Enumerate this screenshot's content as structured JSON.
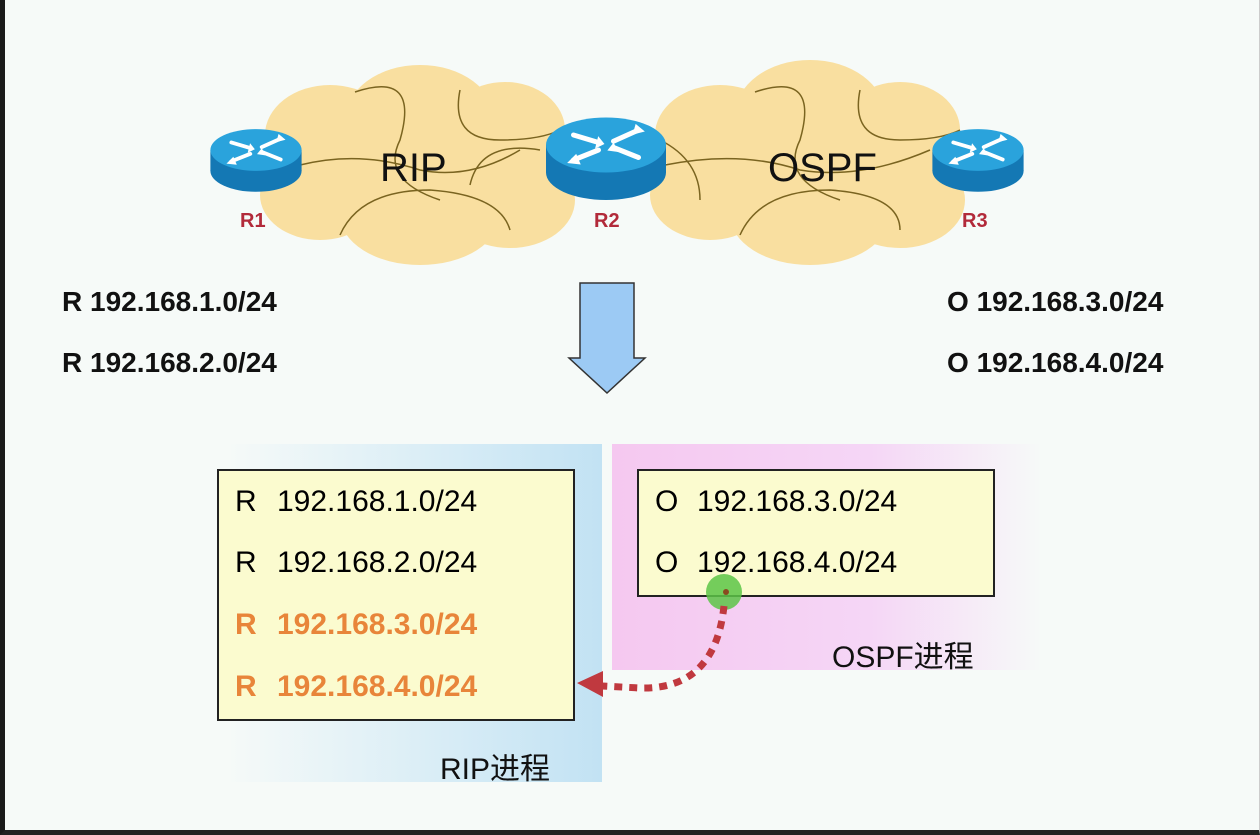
{
  "topology": {
    "routers": [
      {
        "id": "r1",
        "label": "R1"
      },
      {
        "id": "r2",
        "label": "R2"
      },
      {
        "id": "r3",
        "label": "R3"
      }
    ],
    "clouds": [
      {
        "id": "rip",
        "label": "RIP"
      },
      {
        "id": "ospf",
        "label": "OSPF"
      }
    ],
    "colors": {
      "cloud_fill": "#f9dfa0",
      "router_top": "#2aa3dc",
      "router_side": "#1478b4",
      "router_label": "#b22a3a"
    }
  },
  "routes_left": [
    {
      "code": "R",
      "network": "192.168.1.0/24"
    },
    {
      "code": "R",
      "network": "192.168.2.0/24"
    }
  ],
  "routes_right": [
    {
      "code": "O",
      "network": "192.168.3.0/24"
    },
    {
      "code": "O",
      "network": "192.168.4.0/24"
    }
  ],
  "rip_process": {
    "label": "RIP进程",
    "rows": [
      {
        "code": "R",
        "network": "192.168.1.0/24",
        "redistributed": false
      },
      {
        "code": "R",
        "network": "192.168.2.0/24",
        "redistributed": false
      },
      {
        "code": "R",
        "network": "192.168.3.0/24",
        "redistributed": true
      },
      {
        "code": "R",
        "network": "192.168.4.0/24",
        "redistributed": true
      }
    ]
  },
  "ospf_process": {
    "label": "OSPF进程",
    "rows": [
      {
        "code": "O",
        "network": "192.168.3.0/24"
      },
      {
        "code": "O",
        "network": "192.168.4.0/24"
      }
    ]
  },
  "colors": {
    "redistributed_text": "#e8853a",
    "redistribution_arrow": "#c0393f",
    "down_arrow_fill": "#9ccaf4",
    "table_fill": "#fbfbcf",
    "cursor_dot": "#5cc447"
  }
}
